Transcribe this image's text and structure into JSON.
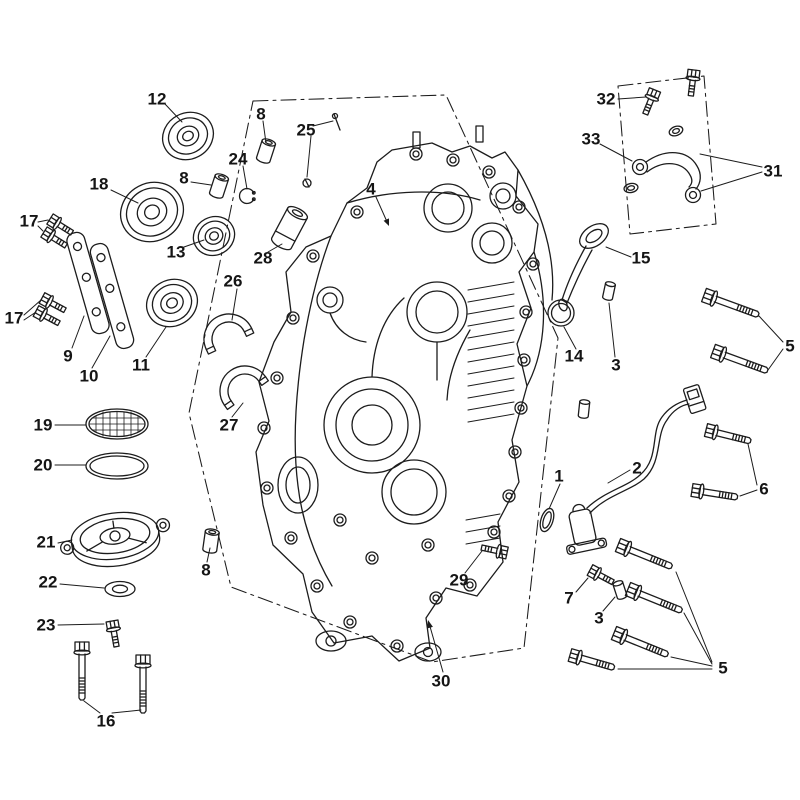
{
  "colors": {
    "background": "#ffffff",
    "line": "#1a1a1a",
    "label": "#151515"
  },
  "diagram": {
    "kind": "exploded parts diagram",
    "subject": "engine crankcase assembly",
    "callouts": [
      {
        "label": "12"
      },
      {
        "label": "8"
      },
      {
        "label": "25"
      },
      {
        "label": "24"
      },
      {
        "label": "8"
      },
      {
        "label": "18"
      },
      {
        "label": "4"
      },
      {
        "label": "32"
      },
      {
        "label": "33"
      },
      {
        "label": "31"
      },
      {
        "label": "13"
      },
      {
        "label": "28"
      },
      {
        "label": "15"
      },
      {
        "label": "17"
      },
      {
        "label": "17"
      },
      {
        "label": "26"
      },
      {
        "label": "14"
      },
      {
        "label": "3"
      },
      {
        "label": "5"
      },
      {
        "label": "9"
      },
      {
        "label": "10"
      },
      {
        "label": "11"
      },
      {
        "label": "27"
      },
      {
        "label": "19"
      },
      {
        "label": "20"
      },
      {
        "label": "2"
      },
      {
        "label": "6"
      },
      {
        "label": "21"
      },
      {
        "label": "1"
      },
      {
        "label": "22"
      },
      {
        "label": "29"
      },
      {
        "label": "7"
      },
      {
        "label": "3"
      },
      {
        "label": "8"
      },
      {
        "label": "23"
      },
      {
        "label": "30"
      },
      {
        "label": "16"
      },
      {
        "label": "5"
      }
    ]
  }
}
